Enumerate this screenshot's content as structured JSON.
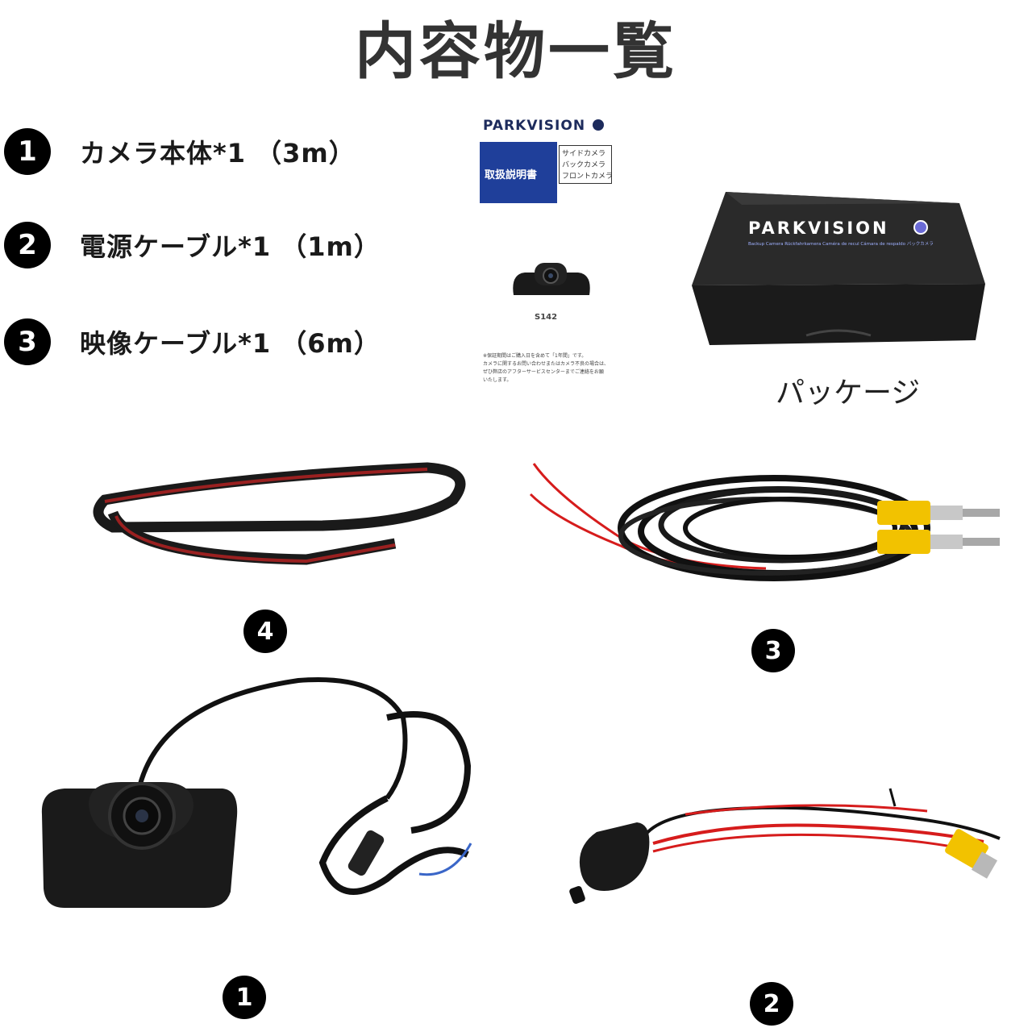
{
  "title": "内容物一覧",
  "items": [
    {
      "number": "1",
      "label": "カメラ本体*1 （3m）"
    },
    {
      "number": "2",
      "label": "電源ケーブル*1 （1m）"
    },
    {
      "number": "3",
      "label": "映像ケーブル*1 （6m）"
    }
  ],
  "manual": {
    "brand": "PARKVISION",
    "title": "取扱説明書",
    "tags": [
      "サイドカメラ",
      "バックカメラ",
      "フロントカメラ"
    ],
    "model": "S142",
    "notes": [
      "※保証期間はご購入日を含めて「1年間」です。",
      "カメラに関するお問い合わせまたはカメラ不良の場合は、",
      "ぜひ弊店のアフターサービスセンターまでご連絡をお願",
      "いたします。"
    ]
  },
  "package": {
    "brand": "PARKVISION",
    "subtitle": "Backup Camera   Rückfahrkamera   Caméra de recul   Cámara de respaldo   バックカメラ",
    "label": "パッケージ"
  },
  "badges": {
    "sealing_strip": "4",
    "video_cable": "3",
    "camera": "1",
    "power_cable": "2"
  },
  "colors": {
    "badge": "#000000",
    "title": "#333333",
    "manual_blue": "#1f3f9a",
    "rca_yellow": "#f2c200",
    "wire_red": "#d61c1c"
  }
}
